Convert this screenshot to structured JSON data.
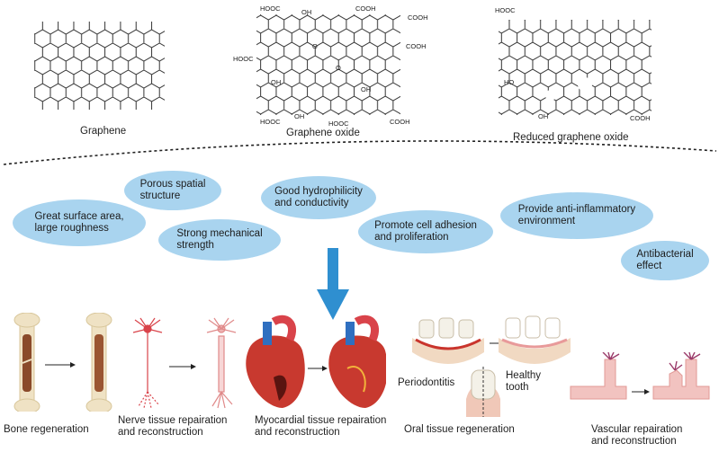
{
  "materials": {
    "graphene": "Graphene",
    "graphene_oxide": "Graphene oxide",
    "reduced_graphene_oxide": "Reduced graphene oxide"
  },
  "chem_labels": {
    "cooh": "COOH",
    "hooc": "HOOC",
    "ho": "HO",
    "oh": "OH",
    "o": "O"
  },
  "properties": [
    "Great surface area,\nlarge roughness",
    "Porous spatial\nstructure",
    "Strong mechanical\nstrength",
    "Good hydrophilicity\nand conductivity",
    "Promote cell adhesion\nand proliferation",
    "Provide anti-inflammatory\nenvironment",
    "Antibacterial\neffect"
  ],
  "applications": {
    "bone": "Bone regeneration",
    "nerve": "Nerve tissue repairation\nand reconstruction",
    "myocardial": "Myocardial tissue repairation\nand reconstruction",
    "oral": "Oral tissue regeneration",
    "vascular": "Vascular repairation\nand reconstruction"
  },
  "oral_labels": {
    "periodontitis": "Periodontitis",
    "healthy_tooth": "Healthy\ntooth"
  },
  "colors": {
    "pill": "#a9d4ef",
    "arrow": "#2f8fd0",
    "bone": "#efe2c4",
    "marrow": "#8a4a2a",
    "nerve": "#d9434a",
    "heart": "#c8392f",
    "vessel": "#f2c3c0"
  }
}
